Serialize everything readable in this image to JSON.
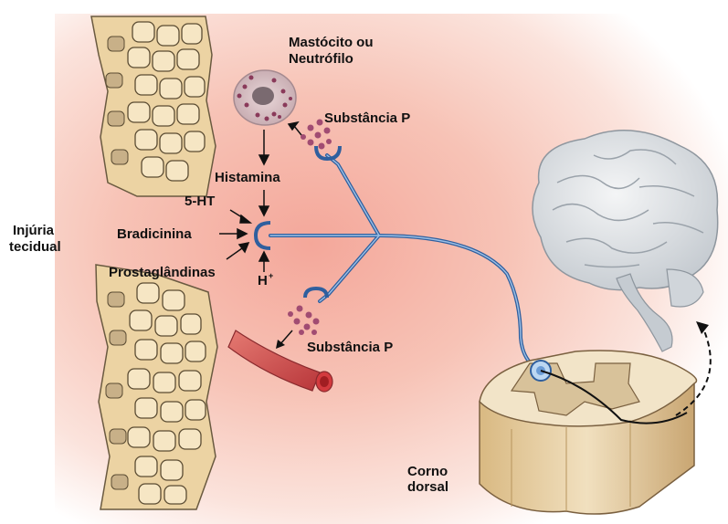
{
  "labels": {
    "mast_line1": "Mastócito ou",
    "mast_line2": "Neutrófilo",
    "substance_p_top": "Substância P",
    "substance_p_bottom": "Substância P",
    "histamina": "Histamina",
    "five_ht": "5-HT",
    "bradicinina": "Bradicinina",
    "prostaglandinas": "Prostaglândinas",
    "h_ion": "H",
    "h_ion_charge": "+",
    "injury_line1": "Injúria",
    "injury_line2": "tecidual",
    "corno_line1": "Corno",
    "corno_line2": "dorsal"
  },
  "colors": {
    "background_inflamed": "#f5b5a8",
    "nerve": "#3a6fb0",
    "vesicle": "#9a4a6a",
    "vessel": "#c94a4a",
    "tissue": "#e8cfa0",
    "spinal_cord": "#e6d3b0",
    "brain": "#d4d8dc"
  }
}
